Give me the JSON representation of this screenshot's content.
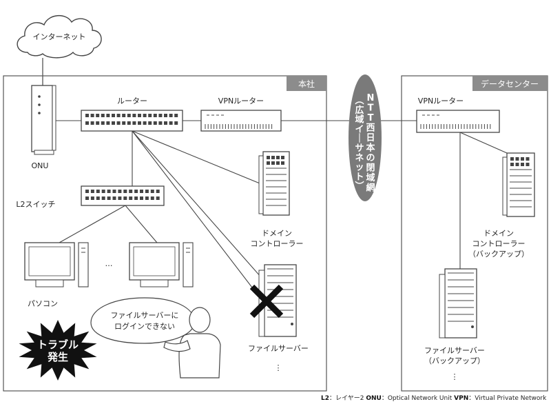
{
  "cloud_label": "インターネット",
  "honsha": {
    "tag": "本社",
    "onu": "ONU",
    "router": "ルーター",
    "vpn_router": "VPNルーター",
    "l2_switch": "L2スイッチ",
    "pc": "パソコン",
    "ellipsis": "…",
    "dc_line1": "ドメイン",
    "dc_line2": "コントローラー",
    "fs": "ファイルサーバー",
    "vdots": "⋮",
    "speech_line1": "ファイルサーバーに",
    "speech_line2": "ログインできない",
    "trouble_line1": "トラブル",
    "trouble_line2": "発生"
  },
  "ntt": {
    "line1": "NTT西日本の閉域網",
    "line2": "（広域イーサネット）"
  },
  "datacenter": {
    "tag": "データセンター",
    "vpn_router": "VPNルーター",
    "dc_line1": "ドメイン",
    "dc_line2": "コントローラー",
    "dc_line3": "（バックアップ）",
    "fs_line1": "ファイルサーバー",
    "fs_line2": "（バックアップ）",
    "vdots": "⋮"
  },
  "legend": {
    "l2_key": "L2",
    "l2_val": "：レイヤー2",
    "onu_key": "ONU",
    "onu_val": "：Optical Network Unit",
    "vpn_key": "VPN",
    "vpn_val": "：Virtual Private Network"
  }
}
